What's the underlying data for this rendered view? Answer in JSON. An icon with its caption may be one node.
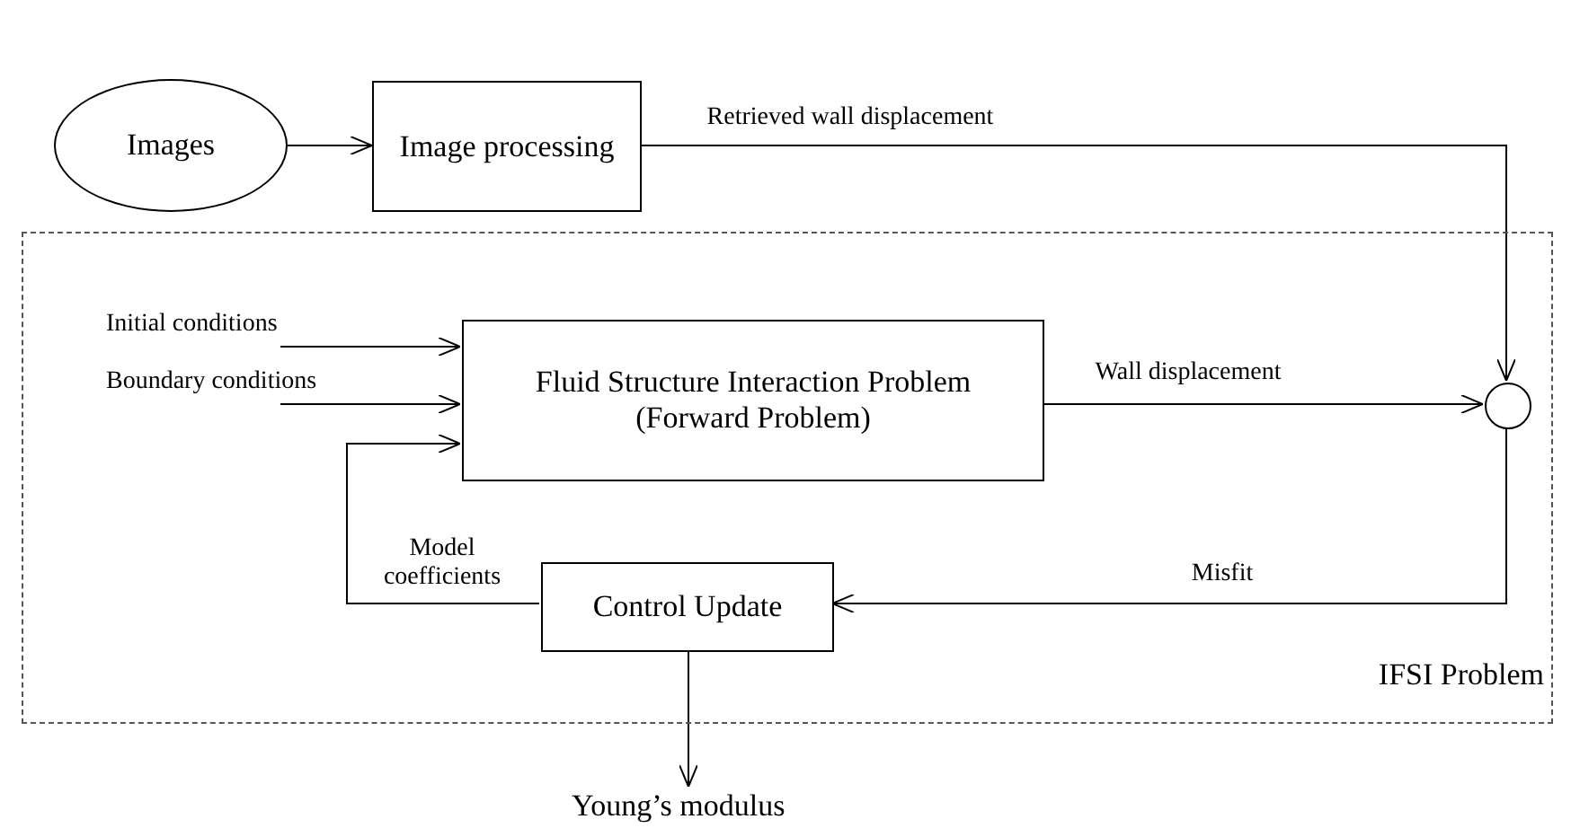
{
  "diagram": {
    "nodes": [
      {
        "text": [
          "Images"
        ]
      },
      {
        "text": [
          "Image processing"
        ]
      },
      {
        "text": [
          "IFSI Problem"
        ]
      },
      {
        "text": [
          "Initial conditions"
        ],
        "in": 2
      },
      {
        "text": [
          "Boundary conditions"
        ],
        "in": 2
      },
      {
        "text": [
          "Fluid Structure Interaction Problem (Forward Problem)"
        ],
        "in": 2
      },
      {
        "text": [],
        "shape": "circle",
        "in": 2
      },
      {
        "text": [
          "Control Update"
        ],
        "in": 2
      },
      {
        "text": [
          "Young’s modulus"
        ]
      }
    ],
    "edges": [
      {
        "from": 0,
        "to": 1,
        "arrow": "to"
      },
      {
        "from": 1,
        "to": 6,
        "arrow": "to",
        "label": "Retrieved wall displacement"
      },
      {
        "from": 3,
        "to": 5,
        "arrow": "to"
      },
      {
        "from": 4,
        "to": 5,
        "arrow": "to"
      },
      {
        "from": 5,
        "to": 6,
        "arrow": "to",
        "label": "Wall displacement"
      },
      {
        "from": 6,
        "to": 7,
        "arrow": "to",
        "label": "Misfit"
      },
      {
        "from": 7,
        "to": 5,
        "arrow": "to",
        "label": "Model coefficients"
      },
      {
        "from": 7,
        "to": 8,
        "arrow": "to"
      }
    ]
  }
}
